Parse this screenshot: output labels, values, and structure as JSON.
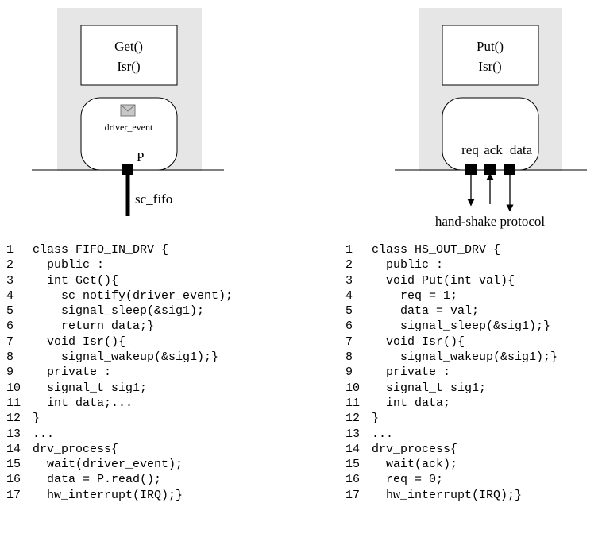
{
  "left_component": {
    "methods": [
      "Get()",
      "Isr()"
    ],
    "event_label": "driver_event",
    "port_label": "P",
    "channel_label": "sc_fifo"
  },
  "right_component": {
    "methods": [
      "Put()",
      "Isr()"
    ],
    "port_labels": [
      "req",
      "ack",
      "data"
    ],
    "protocol_label": "hand-shake protocol"
  },
  "left_code": {
    "lines": [
      {
        "num": "1",
        "text": "class FIFO_IN_DRV {"
      },
      {
        "num": "2",
        "text": "  public :"
      },
      {
        "num": "3",
        "text": "  int Get(){"
      },
      {
        "num": "4",
        "text": "    sc_notify(driver_event);"
      },
      {
        "num": "5",
        "text": "    signal_sleep(&sig1);"
      },
      {
        "num": "6",
        "text": "    return data;}"
      },
      {
        "num": "7",
        "text": "  void Isr(){"
      },
      {
        "num": "8",
        "text": "    signal_wakeup(&sig1);}"
      },
      {
        "num": "9",
        "text": "  private :"
      },
      {
        "num": "10",
        "text": "  signal_t sig1;"
      },
      {
        "num": "11",
        "text": "  int data;..."
      },
      {
        "num": "12",
        "text": "}"
      },
      {
        "num": "13",
        "text": "..."
      },
      {
        "num": "14",
        "text": "drv_process{"
      },
      {
        "num": "15",
        "text": "  wait(driver_event);"
      },
      {
        "num": "16",
        "text": "  data = P.read();"
      },
      {
        "num": "17",
        "text": "  hw_interrupt(IRQ);}"
      }
    ]
  },
  "right_code": {
    "lines": [
      {
        "num": "1",
        "text": "class HS_OUT_DRV {"
      },
      {
        "num": "2",
        "text": "  public :"
      },
      {
        "num": "3",
        "text": "  void Put(int val){"
      },
      {
        "num": "4",
        "text": "    req = 1;"
      },
      {
        "num": "5",
        "text": "    data = val;"
      },
      {
        "num": "6",
        "text": "    signal_sleep(&sig1);}"
      },
      {
        "num": "7",
        "text": "  void Isr(){"
      },
      {
        "num": "8",
        "text": "    signal_wakeup(&sig1);}"
      },
      {
        "num": "9",
        "text": "  private :"
      },
      {
        "num": "10",
        "text": "  signal_t sig1;"
      },
      {
        "num": "11",
        "text": "  int data;"
      },
      {
        "num": "12",
        "text": "}"
      },
      {
        "num": "13",
        "text": "..."
      },
      {
        "num": "14",
        "text": "drv_process{"
      },
      {
        "num": "15",
        "text": "  wait(ack);"
      },
      {
        "num": "16",
        "text": "  req = 0;"
      },
      {
        "num": "17",
        "text": "  hw_interrupt(IRQ);}"
      }
    ]
  },
  "colors": {
    "component_fill": "#e6e6e6",
    "stroke": "#000000",
    "background": "#ffffff",
    "envelope_fill": "#c8c8c8"
  }
}
